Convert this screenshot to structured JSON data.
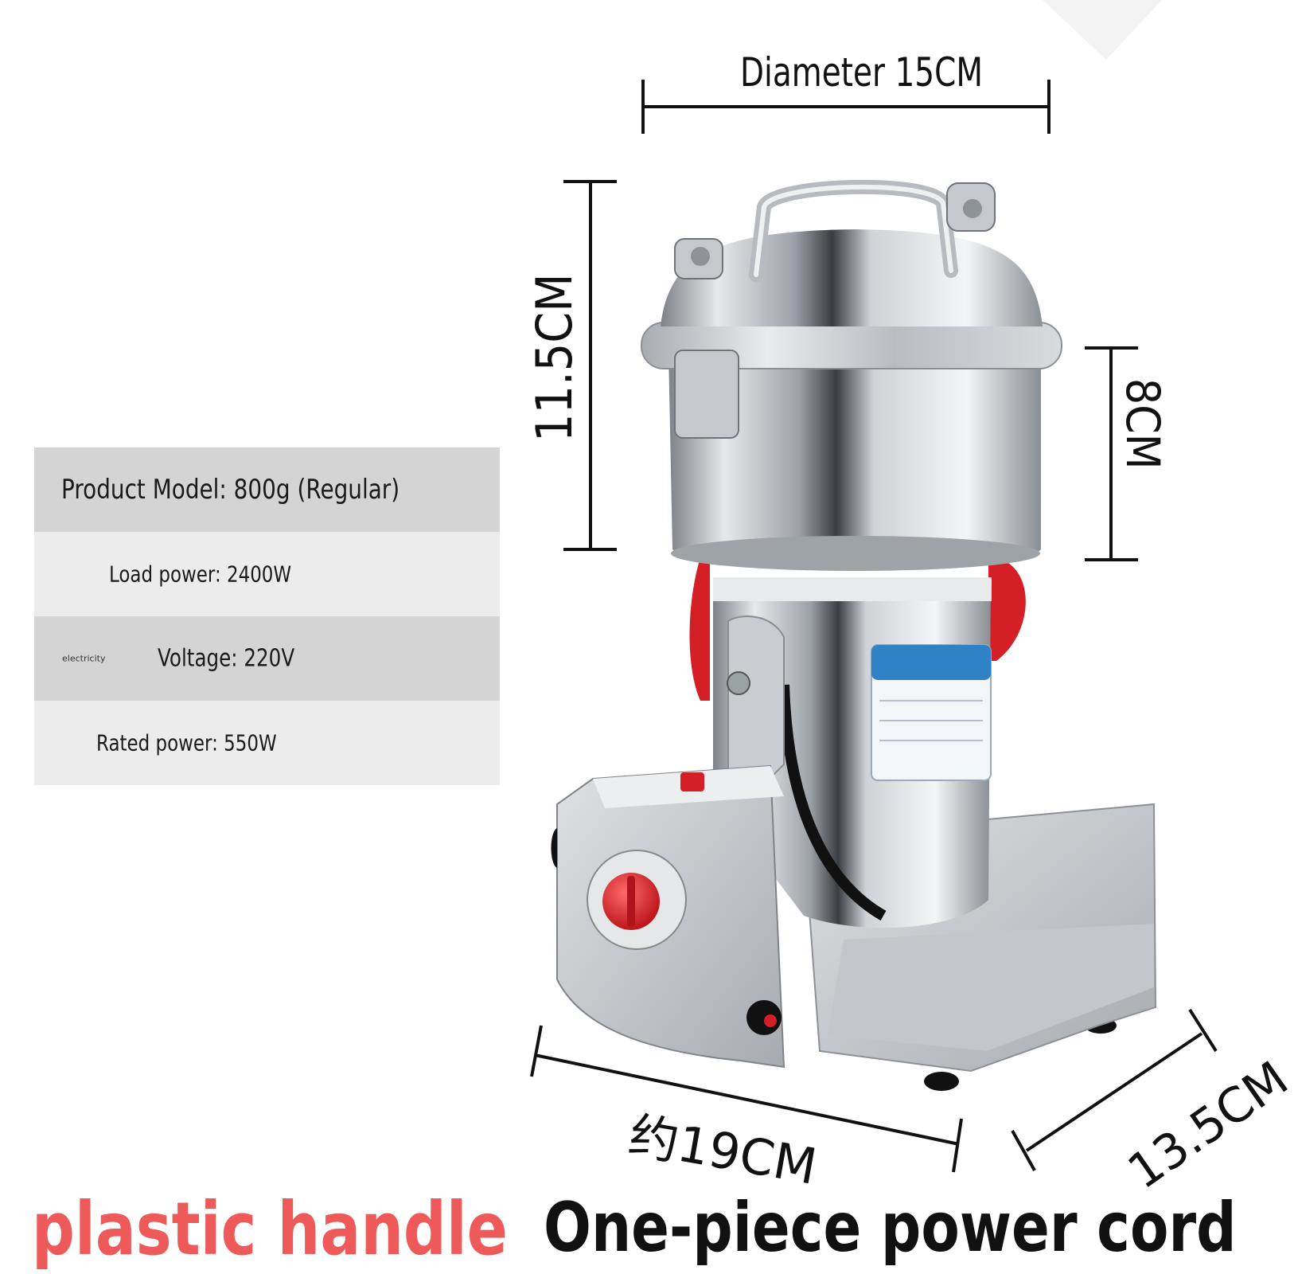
{
  "specs": {
    "model": "Product Model: 800g (Regular)",
    "load_power": "Load power: 2400W",
    "voltage_tag": "electricity",
    "voltage": "Voltage: 220V",
    "rated_power": "Rated power: 550W"
  },
  "dimensions": {
    "diameter": "Diameter 15CM",
    "height": "11.5CM",
    "chamber": "8CM",
    "length": "约19CM",
    "width": "13.5CM"
  },
  "captions": {
    "left": "plastic handle",
    "right": "One-piece power cord"
  },
  "colors": {
    "accent_red": "#e0242a",
    "caption_red": "#ee5a5a",
    "steel": "#c9ccd0"
  }
}
